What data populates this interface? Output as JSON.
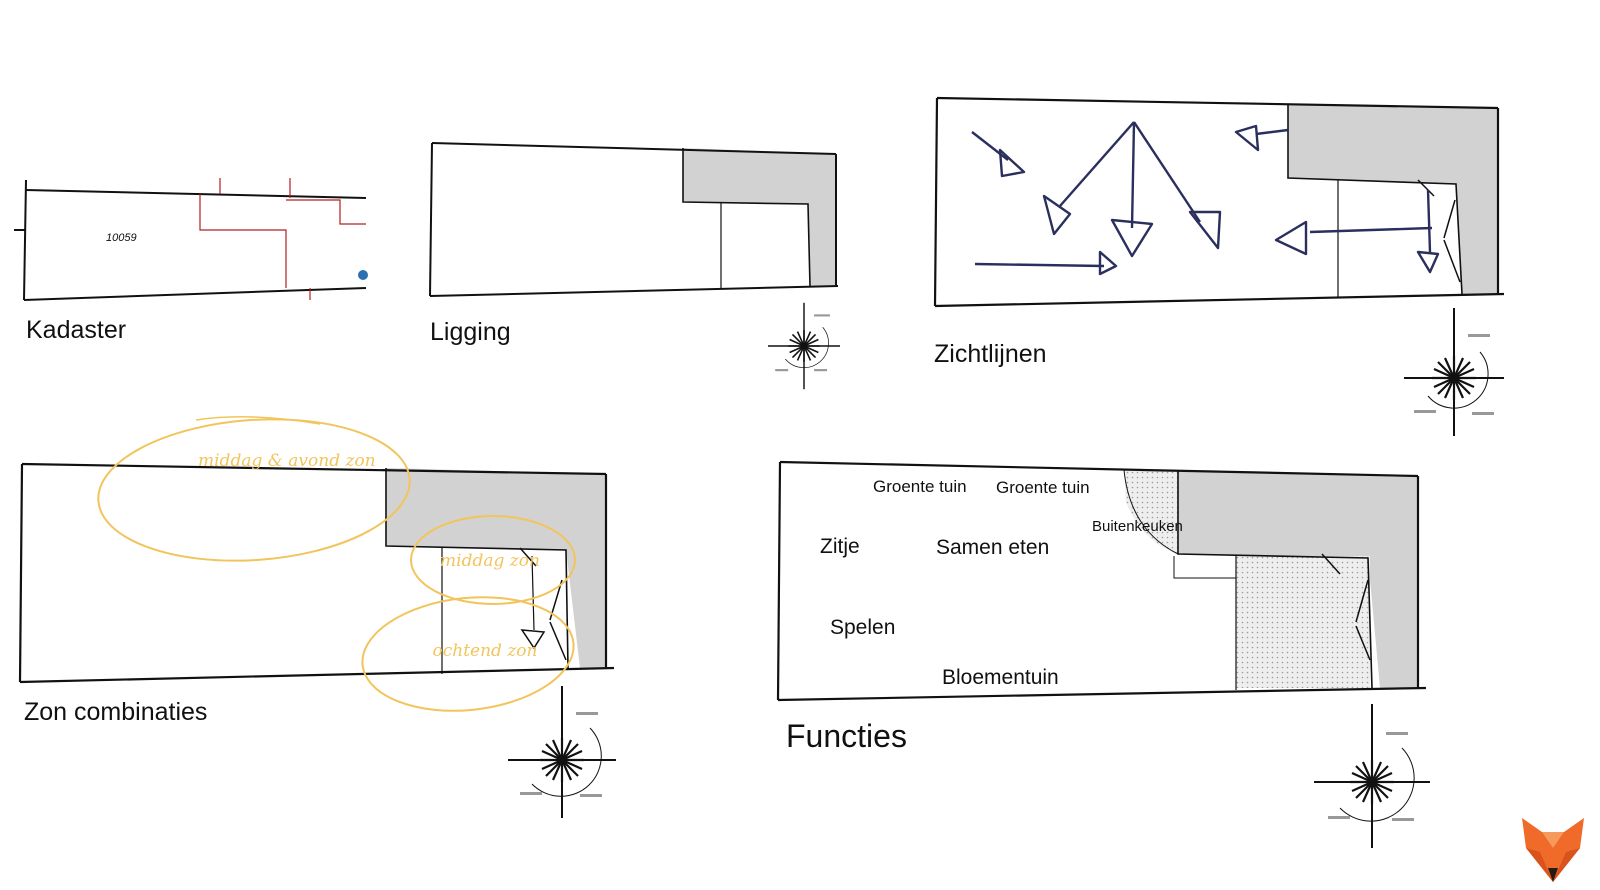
{
  "panels": {
    "kadaster": {
      "label": "Kadaster",
      "parcel_number": "10059"
    },
    "ligging": {
      "label": "Ligging"
    },
    "zichtlijnen": {
      "label": "Zichtlijnen"
    },
    "zon_combinaties": {
      "label": "Zon combinaties",
      "annotations": [
        "middag & avond zon",
        "middag zon",
        "ochtend zon"
      ]
    },
    "functies": {
      "label": "Functies",
      "zones": [
        "Groente tuin",
        "Groente tuin",
        "Buitenkeuken",
        "Zitje",
        "Samen eten",
        "Spelen",
        "Bloementuin"
      ]
    }
  },
  "colors": {
    "ink": "#111111",
    "building": "#d2d2d2",
    "cadastral": "#b22020",
    "sightline": "#2a2f5e",
    "sun_annotation": "#f2c45c",
    "logo": "#f06a2a"
  },
  "icons": [
    "compass-rose-icon",
    "fox-logo-icon"
  ]
}
